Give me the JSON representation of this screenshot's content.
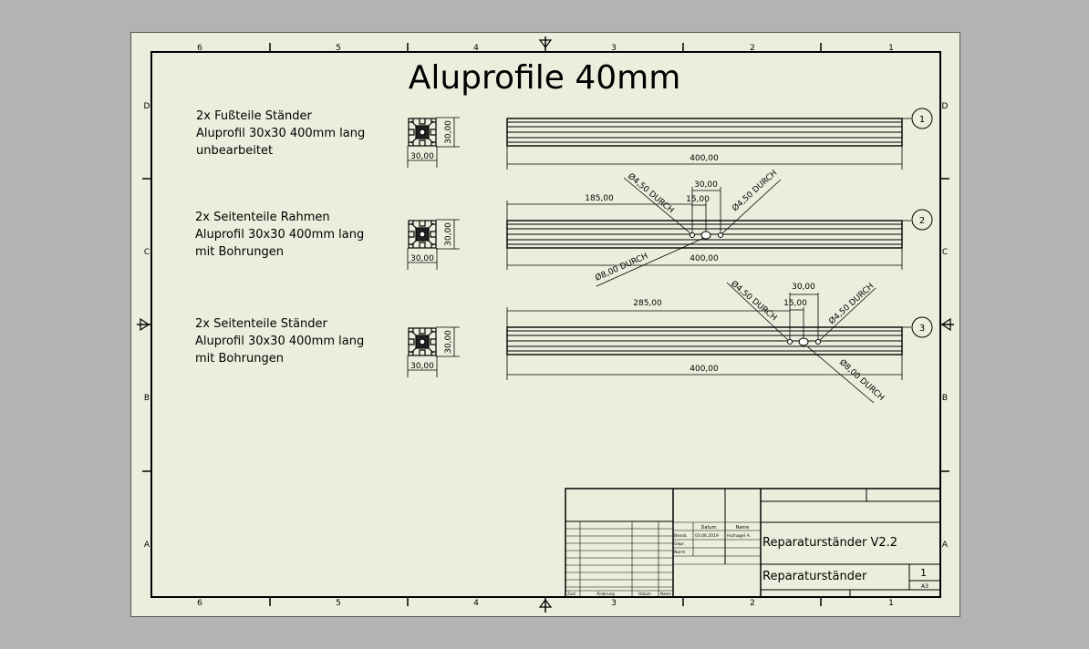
{
  "title": "Aluprofile 40mm",
  "border": {
    "columns": [
      "6",
      "5",
      "4",
      "3",
      "2",
      "1"
    ],
    "rows": [
      "D",
      "C",
      "B",
      "A"
    ]
  },
  "parts": [
    {
      "desc": [
        "2x Fußteile Ständer",
        "Aluprofil 30x30 400mm lang",
        "unbearbeitet"
      ],
      "section_w": "30,00",
      "section_h": "30,00",
      "length": "400,00",
      "balloon": "1",
      "holes": null
    },
    {
      "desc": [
        "2x Seitenteile Rahmen",
        "Aluprofil 30x30 400mm lang",
        "mit Bohrungen"
      ],
      "section_w": "30,00",
      "section_h": "30,00",
      "length": "400,00",
      "balloon": "2",
      "holes": {
        "pos": "185,00",
        "spacing_total": "30,00",
        "spacing_half": "15,00",
        "small_left": "Ø4,50 DURCH",
        "small_right": "Ø4,50 DURCH",
        "big": "Ø8,00 DURCH"
      }
    },
    {
      "desc": [
        "2x Seitenteile Ständer",
        "Aluprofil 30x30 400mm lang",
        "mit Bohrungen"
      ],
      "section_w": "30,00",
      "section_h": "30,00",
      "length": "400,00",
      "balloon": "3",
      "holes": {
        "pos": "285,00",
        "spacing_total": "30,00",
        "spacing_half": "15,00",
        "small_left": "Ø4,50 DURCH",
        "small_right": "Ø4,50 DURCH",
        "big": "Ø8,00 DURCH"
      }
    }
  ],
  "titleblock": {
    "col_datum": "Datum",
    "col_name": "Name",
    "row_bearb": "Bearb.",
    "row_gepr": "Gepr.",
    "row_norm": "Norm",
    "bearb_datum": "03.06.2019",
    "bearb_name": "Hufnagel A.",
    "drawing_title": "Reparaturständer V2.2",
    "drawing_subtitle": "Reparaturständer",
    "sheet_number": "1",
    "sheet_format": "A3",
    "rev_zust": "Zust.",
    "rev_aend": "Änderung",
    "rev_datum": "Datum",
    "rev_name": "Name"
  }
}
